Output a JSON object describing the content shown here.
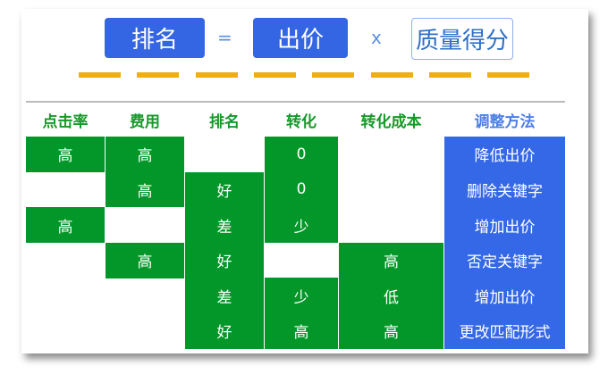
{
  "formula": {
    "rank": "排名",
    "equals": "=",
    "bid": "出价",
    "times": "x",
    "quality": "质量得分"
  },
  "table": {
    "headers": [
      "点击率",
      "费用",
      "排名",
      "转化",
      "转化成本",
      "调整方法"
    ],
    "rows": [
      [
        "高",
        "高",
        "",
        "0",
        "",
        "降低出价"
      ],
      [
        "",
        "高",
        "好",
        "0",
        "",
        "删除关键字"
      ],
      [
        "高",
        "",
        "差",
        "少",
        "",
        "增加出价"
      ],
      [
        "",
        "高",
        "好",
        "",
        "高",
        "否定关键字"
      ],
      [
        "",
        "",
        "差",
        "少",
        "低",
        "增加出价"
      ],
      [
        "",
        "",
        "好",
        "高",
        "高",
        "更改匹配形式"
      ]
    ]
  },
  "colors": {
    "green": "#029728",
    "blue": "#3468e6",
    "dash": "#eeae16"
  }
}
